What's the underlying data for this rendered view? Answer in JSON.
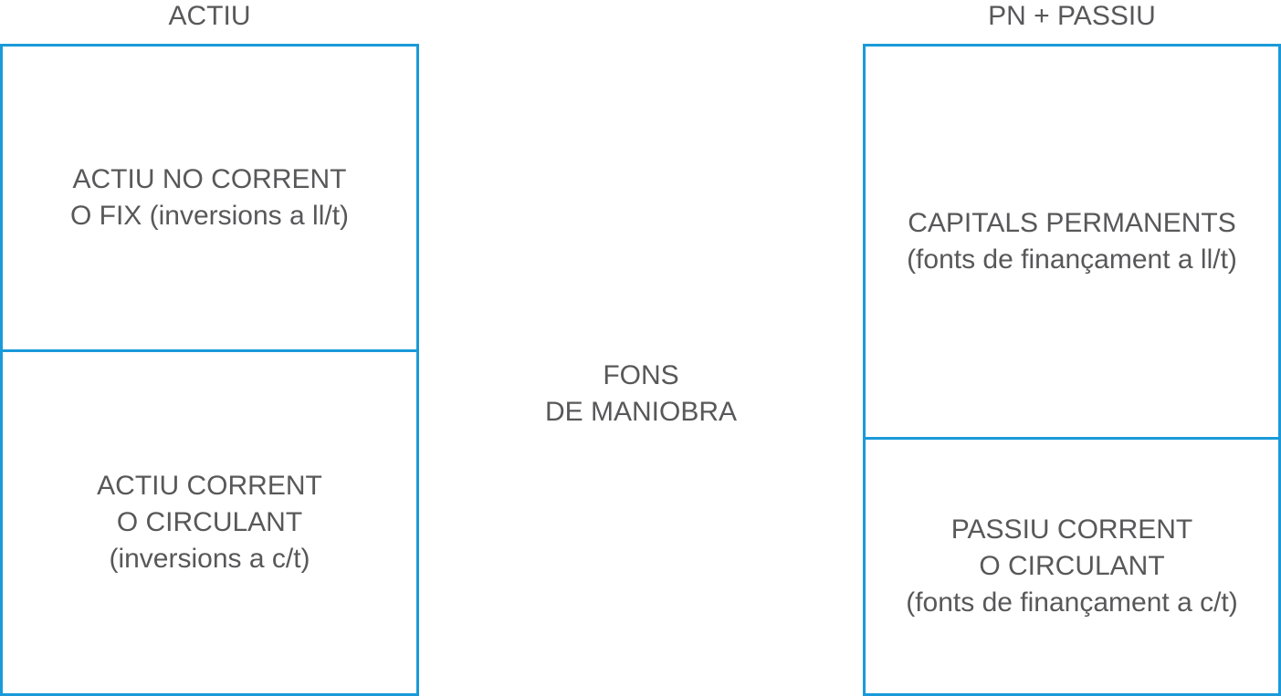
{
  "colors": {
    "border": "#1a9ad9",
    "text": "#58585a",
    "background": "#ffffff"
  },
  "left_column": {
    "heading": "ACTIU",
    "top_block": {
      "line1": "ACTIU NO CORRENT",
      "line2": "O FIX (inversions a ll/t)"
    },
    "bottom_block": {
      "line1": "ACTIU CORRENT",
      "line2": "O CIRCULANT",
      "line3": "(inversions a c/t)"
    }
  },
  "center": {
    "line1": "FONS",
    "line2": "DE MANIOBRA"
  },
  "right_column": {
    "heading": "PN + PASSIU",
    "top_block": {
      "line1": "CAPITALS PERMANENTS",
      "line2": "(fonts de finançament a ll/t)"
    },
    "bottom_block": {
      "line1": "PASSIU CORRENT",
      "line2": "O CIRCULANT",
      "line3": "(fonts de finançament a c/t)"
    }
  }
}
